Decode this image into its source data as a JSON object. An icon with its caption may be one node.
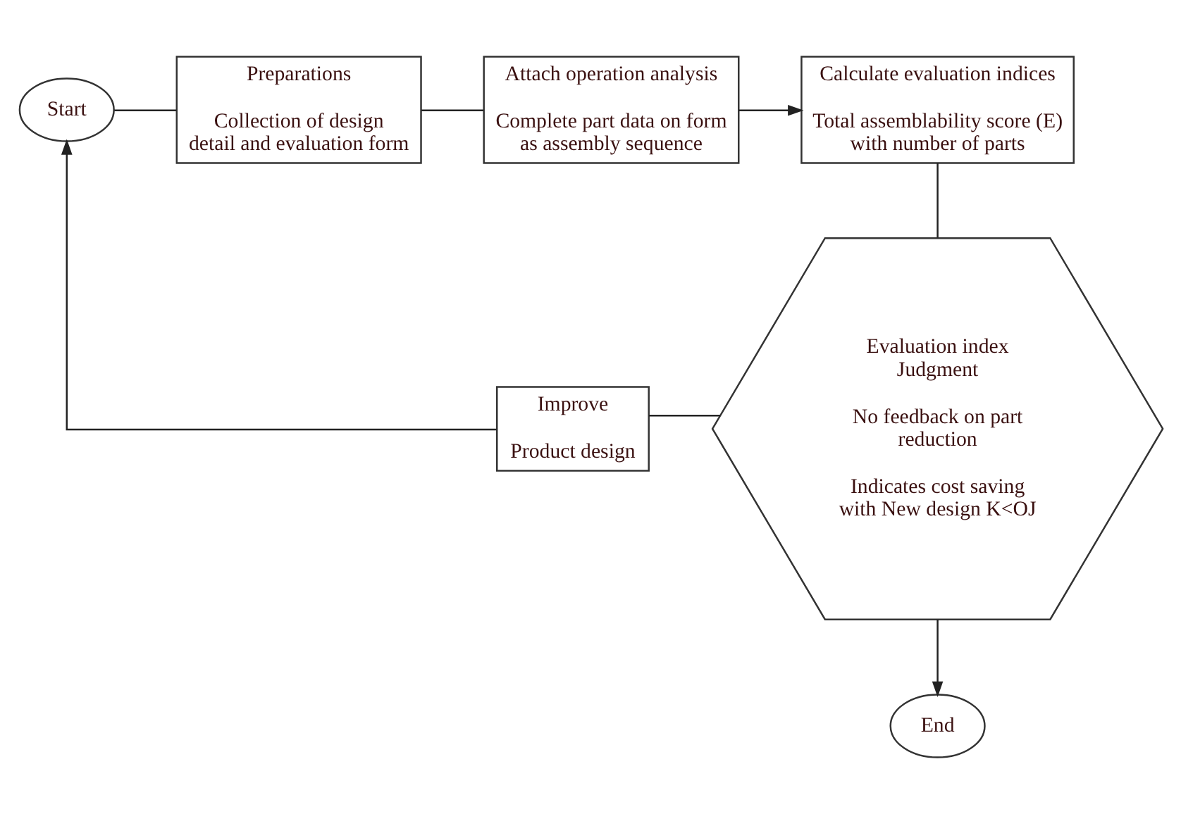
{
  "diagram": {
    "nodes": [
      {
        "text": [
          "Start"
        ]
      },
      {
        "text": [
          "Preparations",
          "Collection of design detail and evaluation form"
        ]
      },
      {
        "text": [
          "Attach operation analysis",
          "Complete part data on form as assembly sequence"
        ]
      },
      {
        "text": [
          "Calculate evaluation indices",
          "Total assemblability score (E) with number of parts"
        ]
      },
      {
        "text": [
          "Evaluation index Judgment",
          "No feedback on part reduction",
          "Indicates cost saving with New design K<OJ"
        ]
      },
      {
        "text": [
          "Improve",
          "Product design"
        ]
      },
      {
        "text": [
          "End"
        ]
      }
    ],
    "edges": [
      {
        "from": 0,
        "to": 1,
        "arrow": "none"
      },
      {
        "from": 1,
        "to": 2,
        "arrow": "none"
      },
      {
        "from": 2,
        "to": 3,
        "arrow": "to"
      },
      {
        "from": 3,
        "to": 4,
        "arrow": "none"
      },
      {
        "from": 4,
        "to": 5,
        "arrow": "none"
      },
      {
        "from": 5,
        "to": 0,
        "arrow": "to"
      },
      {
        "from": 4,
        "to": 6,
        "arrow": "to"
      }
    ]
  }
}
